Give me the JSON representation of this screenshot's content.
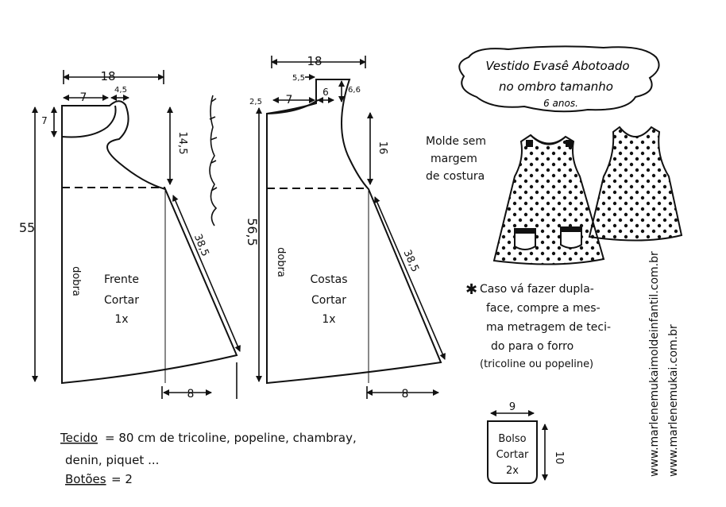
{
  "title": {
    "line1": "Vestido Evasê Abotoado",
    "line2": "no ombro tamanho",
    "line3": "6 anos."
  },
  "note_molde": [
    "Molde sem",
    "margem",
    "de costura"
  ],
  "front": {
    "label": "Frente",
    "cut": "Cortar",
    "qty": "1x",
    "fold": "dobra",
    "w_top": "18",
    "w_shoulder": "7",
    "w_neck": "4,5",
    "h_neck": "7",
    "h_arm": "14,5",
    "h_total": "55",
    "side": "38,5",
    "hem_ext": "8"
  },
  "back": {
    "label": "Costas",
    "cut": "Cortar",
    "qty": "1x",
    "fold": "dobra",
    "w_top": "18",
    "w_neck_drop": "2,5",
    "w_shoulder": "7",
    "w_strap": "6",
    "h_strap": "6,6",
    "strap_top": "5,5",
    "h_arm": "16",
    "h_total": "56,5",
    "side": "38,5",
    "hem_ext": "8"
  },
  "pocket": {
    "label": "Bolso",
    "cut": "Cortar",
    "qty": "2x",
    "w": "9",
    "h": "10"
  },
  "note_double": [
    "Caso vá fazer dupla-",
    "face, compre a mes-",
    "ma metragem de teci-",
    "do para o forro",
    "(tricoline ou popeline)"
  ],
  "fabric": {
    "label": "Tecido",
    "text": "= 80 cm de tricoline, popeline, chambray,",
    "line2": "denin, piquet ...",
    "buttons_label": "Botões",
    "buttons_value": "= 2"
  },
  "website1": "www.marlenemukaimoldeinfantil.com.br",
  "website2": "www.marlenemukai.com.br",
  "colors": {
    "ink": "#111111",
    "paper": "#ffffff"
  }
}
